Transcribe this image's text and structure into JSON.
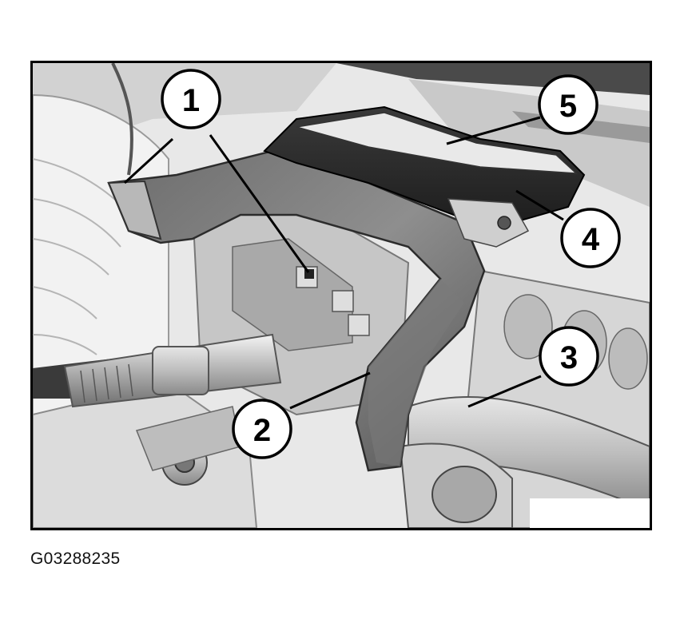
{
  "figure": {
    "caption": "G03288235",
    "callouts": [
      {
        "label": "1"
      },
      {
        "label": "2"
      },
      {
        "label": "3"
      },
      {
        "label": "4"
      },
      {
        "label": "5"
      }
    ]
  }
}
